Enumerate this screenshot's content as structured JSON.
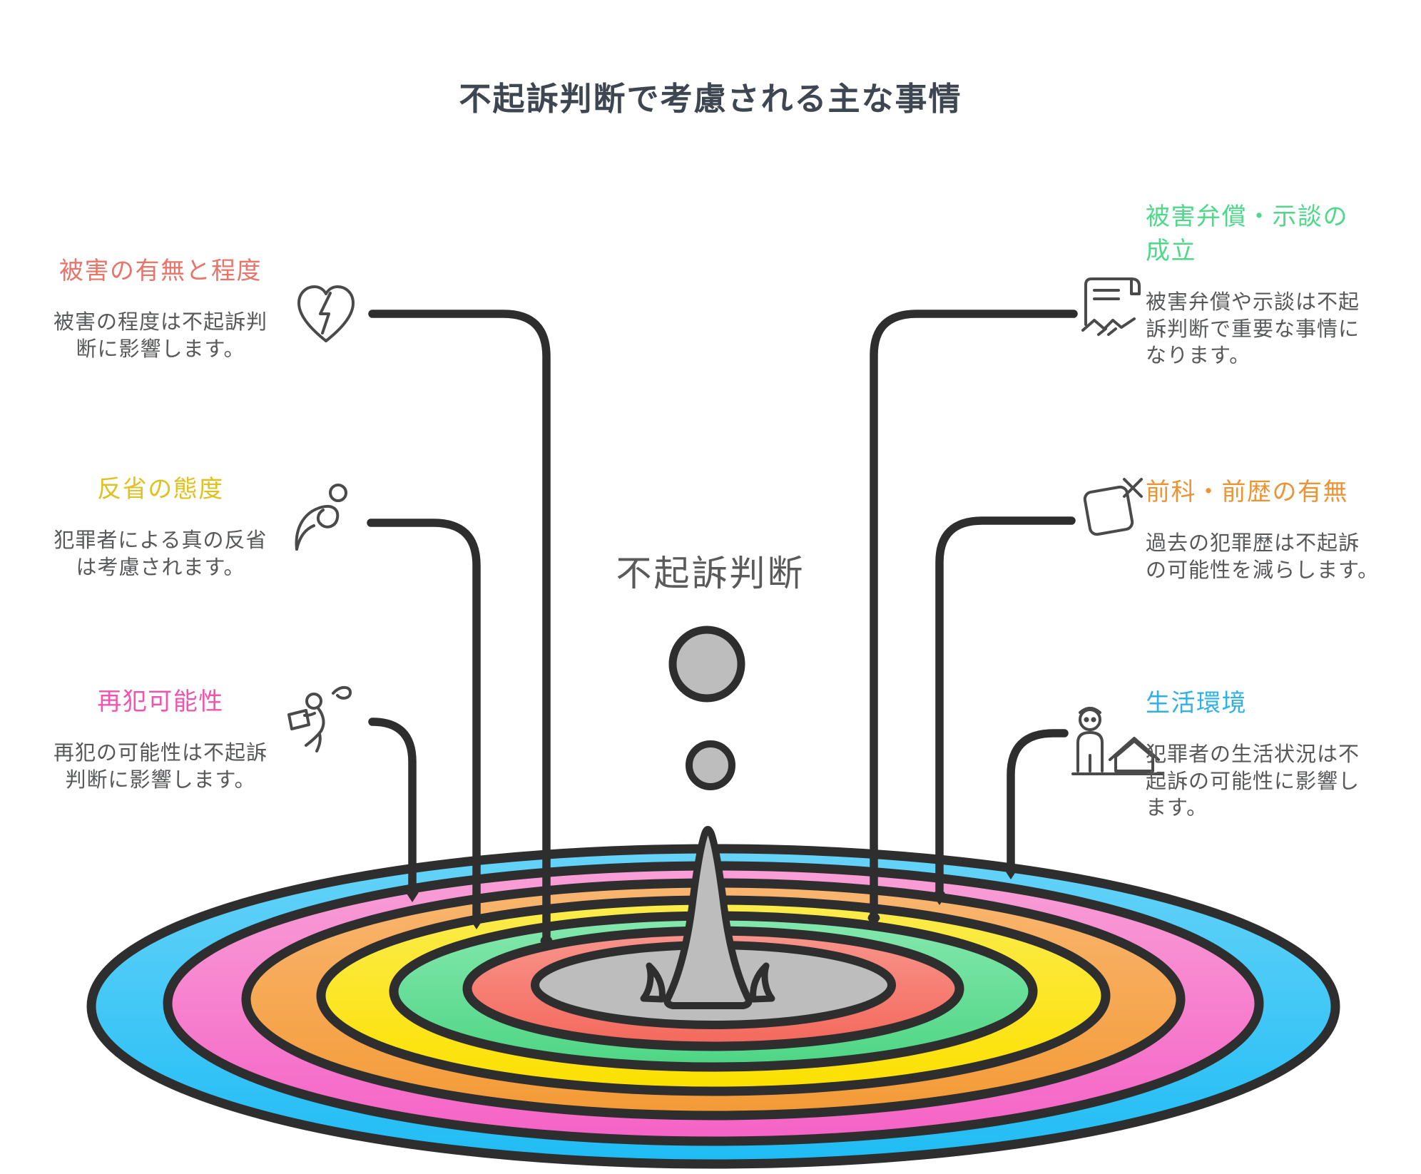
{
  "title": "不起訴判断で考慮される主な事情",
  "center": {
    "label": "不起訴判断"
  },
  "items": {
    "left": [
      {
        "heading": "被害の有無と程度",
        "body": "被害の程度は不起訴判\n断に影響します。",
        "color": "#E8746A",
        "icon": "broken-heart-icon",
        "ring": "red"
      },
      {
        "heading": "反省の態度",
        "body": "犯罪者による真の反省\nは考慮されます。",
        "color": "#DFC122",
        "icon": "bowing-person-icon",
        "ring": "yellow"
      },
      {
        "heading": "再犯可能性",
        "body": "再犯の可能性は不起訴\n判断に影響します。",
        "color": "#F054AE",
        "icon": "fleeing-person-icon",
        "ring": "pink"
      }
    ],
    "right": [
      {
        "heading": "被害弁償・示談の\n成立",
        "body": "被害弁償や示談は不起\n訴判断で重要な事情に\nなります。",
        "color": "#50D88A",
        "icon": "settlement-document-icon",
        "ring": "green"
      },
      {
        "heading": "前科・前歴の有無",
        "body": "過去の犯罪歴は不起訴\nの可能性を減らします。",
        "color": "#EC9335",
        "icon": "criminal-record-icon",
        "ring": "orange"
      },
      {
        "heading": "生活環境",
        "body": "犯罪者の生活状況は不\n起訴の可能性に影響し\nます。",
        "color": "#2FB1E5",
        "icon": "living-environment-icon",
        "ring": "blue"
      }
    ]
  },
  "ripple": {
    "outline_color": "#2E2E2E",
    "splash_color": "#BDBDBD",
    "rings": [
      {
        "name": "blue",
        "from": "#67D3F8",
        "to": "#1FBCF5"
      },
      {
        "name": "pink",
        "from": "#F9A0D7",
        "to": "#F562C6"
      },
      {
        "name": "orange",
        "from": "#F9B671",
        "to": "#F49A36"
      },
      {
        "name": "yellow",
        "from": "#FBEC4E",
        "to": "#FCE000"
      },
      {
        "name": "green",
        "from": "#85E8AE",
        "to": "#4ED584"
      },
      {
        "name": "red",
        "from": "#F9958C",
        "to": "#F4685C"
      }
    ]
  }
}
